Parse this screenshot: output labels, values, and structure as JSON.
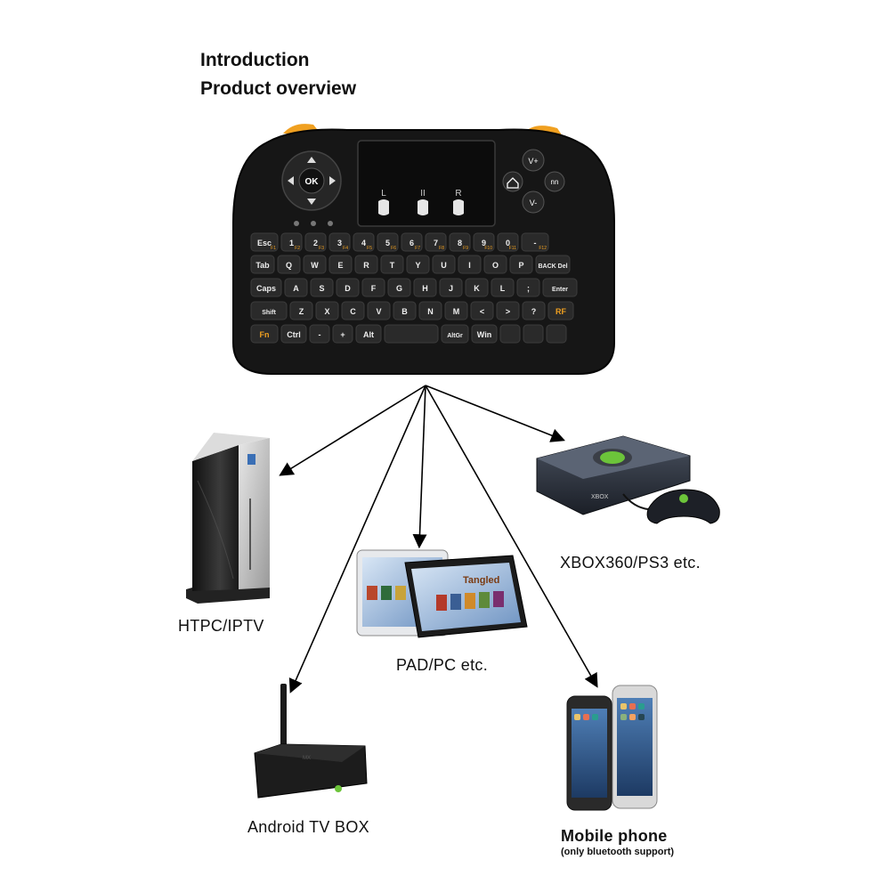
{
  "heading": {
    "line1": "Introduction",
    "line2": "Product overview"
  },
  "keyboard": {
    "dpad_center": "OK",
    "touchpad_buttons": [
      "L",
      "II",
      "R"
    ],
    "right_buttons": [
      "V+",
      "V-",
      "nn"
    ],
    "keys": {
      "row0": [
        "Esc",
        "1",
        "2",
        "3",
        "4",
        "5",
        "6",
        "7",
        "8",
        "9",
        "0",
        "-"
      ],
      "row0_fn": [
        "F1",
        "F2",
        "F3",
        "F4",
        "F5",
        "F6",
        "F7",
        "F8",
        "F9",
        "F10",
        "F11",
        "F12"
      ],
      "row1": [
        "Tab",
        "Q",
        "W",
        "E",
        "R",
        "T",
        "Y",
        "U",
        "I",
        "O",
        "P",
        "BACK Del"
      ],
      "row2": [
        "Caps",
        "A",
        "S",
        "D",
        "F",
        "G",
        "H",
        "J",
        "K",
        "L",
        ";",
        "Enter"
      ],
      "row3": [
        "Shift",
        "Z",
        "X",
        "C",
        "V",
        "B",
        "N",
        "M",
        "<",
        ">",
        "?",
        "RF"
      ],
      "row4": [
        "Fn",
        "Ctrl",
        "-",
        "+",
        "Alt",
        "",
        "AltGr",
        "Win",
        "",
        "",
        ""
      ]
    },
    "colors": {
      "body": "#161616",
      "accent": "#f0a020",
      "key": "#2a2a2a"
    }
  },
  "devices": {
    "htpc": "HTPC/IPTV",
    "pad": "PAD/PC etc.",
    "xbox": "XBOX360/PS3 etc.",
    "tvbox": "Android TV BOX",
    "mobile": "Mobile phone",
    "mobile_note": "(only bluetooth support)",
    "xbox_brand": "XBOX",
    "tablet_title": "Tangled"
  }
}
